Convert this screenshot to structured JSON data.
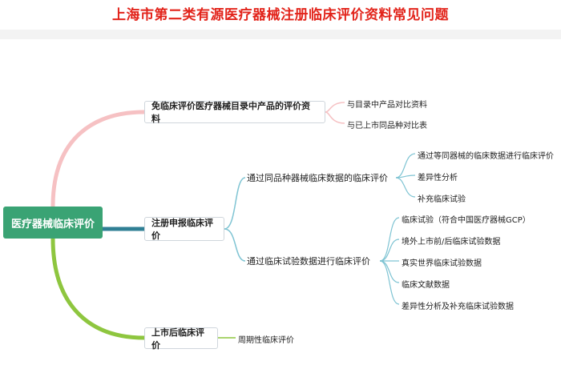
{
  "title": "上海市第二类有源医疗器械注册临床评价资料常见问题",
  "root": "医疗器械临床评价",
  "branches": [
    {
      "label": "免临床评价医疗器械目录中产品的评价资料",
      "children": [
        "与目录中产品对比资料",
        "与已上市同品种对比表"
      ]
    },
    {
      "label": "注册申报临床评价",
      "children": [
        {
          "label": "通过同品种器械临床数据的临床评价",
          "children": [
            "通过等同器械的临床数据进行临床评价",
            "差异性分析",
            "补充临床试验"
          ]
        },
        {
          "label": "通过临床试验数据进行临床评价",
          "children": [
            "临床试验（符合中国医疗器械GCP）",
            "境外上市前/后临床试验数据",
            "真实世界临床试验数据",
            "临床文献数据",
            "差异性分析及补充临床试验数据"
          ]
        }
      ]
    },
    {
      "label": "上市后临床评价",
      "children": [
        "周期性临床评价"
      ]
    }
  ],
  "colors": {
    "title": "#e2231a",
    "root": "#3aa374",
    "branch1": "#f6c1c3",
    "branch2": "#2f7f94",
    "branch3": "#8ec63f",
    "leaf_lines": "#7fc4d3"
  }
}
